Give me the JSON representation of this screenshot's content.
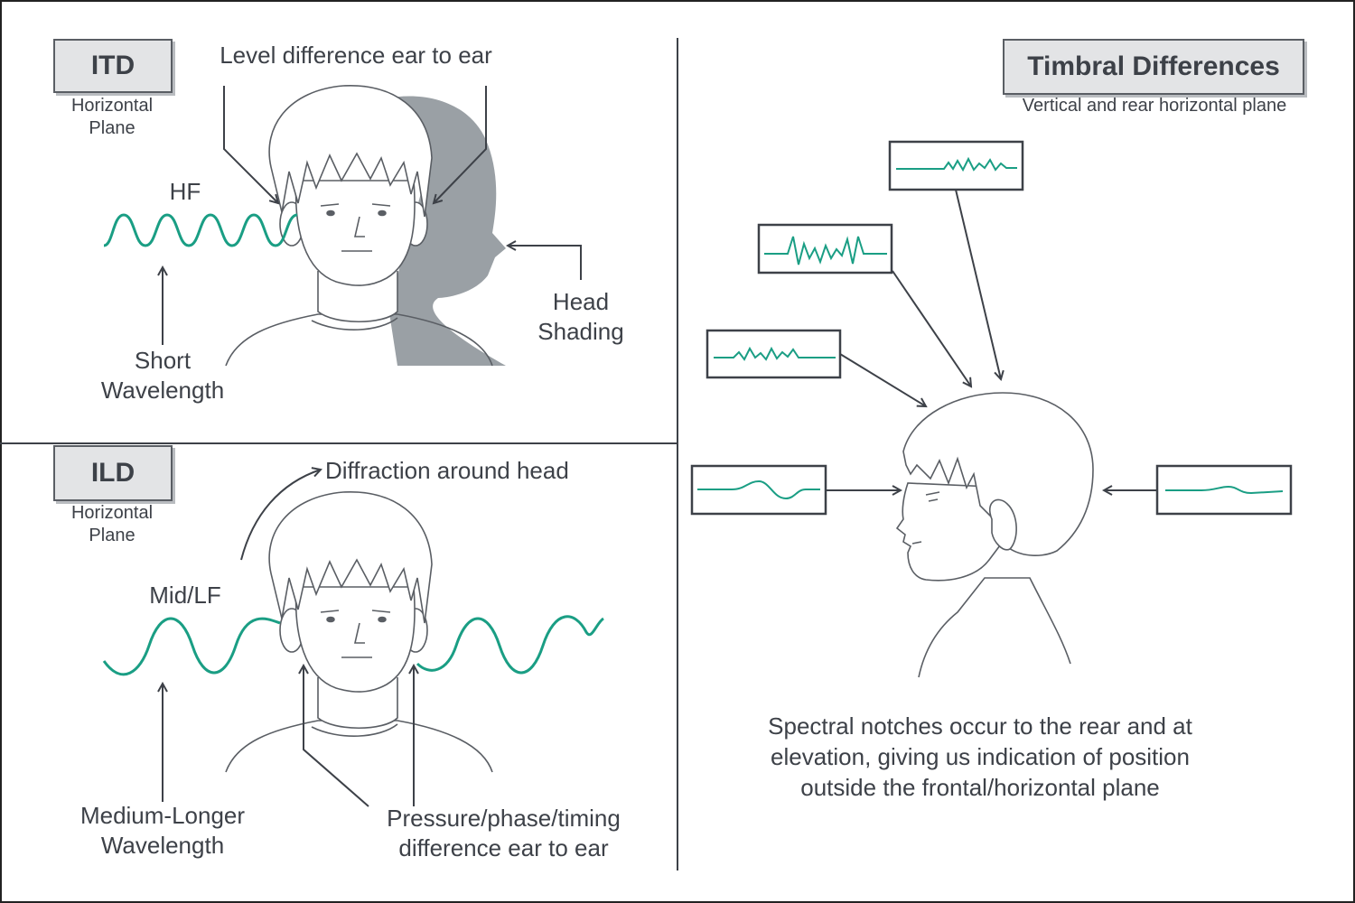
{
  "itd": {
    "title": "ITD",
    "plane_line1": "Horizontal",
    "plane_line2": "Plane",
    "level_diff": "Level difference ear to ear",
    "hf": "HF",
    "head_line1": "Head",
    "head_line2": "Shading",
    "short_line1": "Short",
    "short_line2": "Wavelength"
  },
  "ild": {
    "title": "ILD",
    "plane_line1": "Horizontal",
    "plane_line2": "Plane",
    "diffraction": "Diffraction around head",
    "midlf": "Mid/LF",
    "medium_line1": "Medium-Longer",
    "medium_line2": "Wavelength",
    "pressure_line1": "Pressure/phase/timing",
    "pressure_line2": "difference ear to ear"
  },
  "timbral": {
    "title": "Timbral Differences",
    "subtitle": "Vertical and rear horizontal plane",
    "caption_line1": "Spectral notches occur to the rear and at",
    "caption_line2": "elevation, giving us indication of position",
    "caption_line3": "outside the frontal/horizontal plane"
  },
  "colors": {
    "wave": "#1a9e84",
    "line": "#3d4148",
    "shadow": "#9aa0a5",
    "box_fill": "#e3e4e6"
  }
}
